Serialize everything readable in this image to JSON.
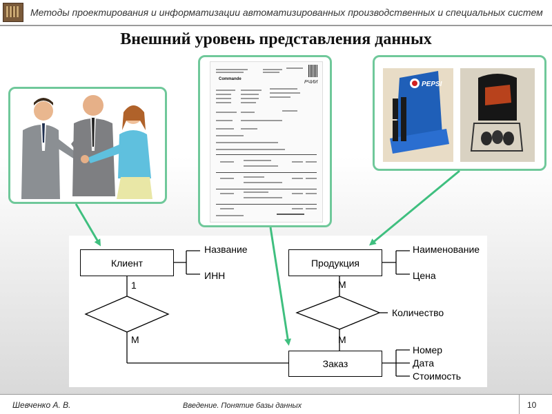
{
  "header": {
    "title": "Методы проектирования и информатизации автоматизированных производственных и специальных систем"
  },
  "slide": {
    "title": "Внешний уровень представления данных"
  },
  "document_image": {
    "heading": "Commande",
    "stamp": "РЧИИ"
  },
  "product_image": {
    "brand": "PEPSI"
  },
  "er": {
    "client": {
      "label": "Клиент",
      "attrs": [
        "Название",
        "ИНН"
      ]
    },
    "product": {
      "label": "Продукция",
      "attrs": [
        "Наименование",
        "Цена"
      ]
    },
    "order": {
      "label": "Заказ",
      "attrs": [
        "Номер",
        "Дата",
        "Стоимость"
      ]
    },
    "relationship_attr": "Количество",
    "cardinality": {
      "client_side": "1",
      "client_order_side": "М",
      "product_side": "М",
      "product_order_side": "М"
    }
  },
  "footer": {
    "author": "Шевченко А. В.",
    "topic": "Введение. Понятие базы данных",
    "page": "10"
  },
  "colors": {
    "frame": "#6fc89a",
    "arrow": "#3fbf7f"
  }
}
